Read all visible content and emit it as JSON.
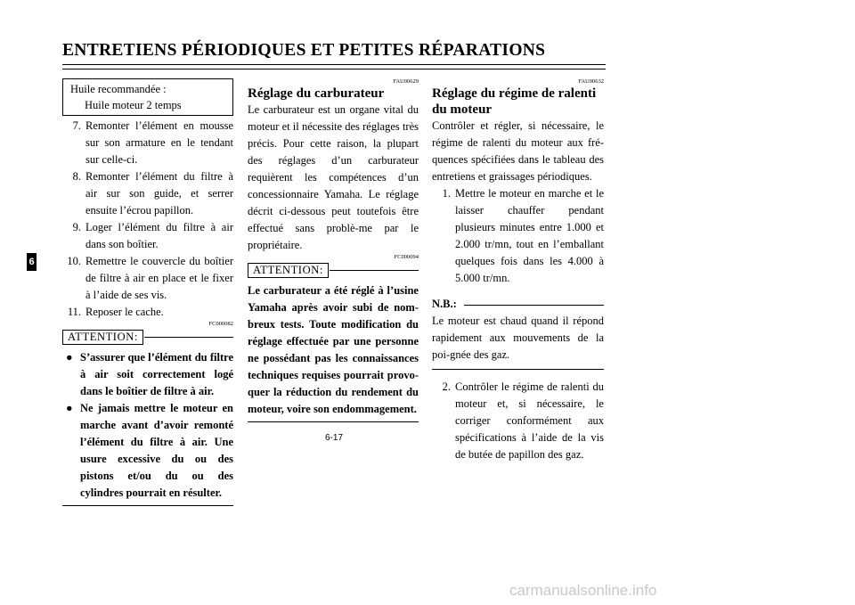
{
  "header": {
    "title": "ENTRETIENS PÉRIODIQUES ET PETITES RÉPARATIONS"
  },
  "side_tab": "6",
  "col1": {
    "box": {
      "line1": "Huile recommandée :",
      "line2": "Huile moteur 2 temps"
    },
    "steps": [
      {
        "n": "7.",
        "text": "Remonter l’élément en mousse sur son armature en le tendant sur celle-ci."
      },
      {
        "n": "8.",
        "text": "Remonter l’élément du filtre à air sur son guide, et serrer ensuite l’écrou papillon."
      },
      {
        "n": "9.",
        "text": "Loger l’élément du filtre à air dans son boîtier."
      },
      {
        "n": "10.",
        "text": "Remettre le couvercle du boîtier de filtre à air en place et le fixer à l’aide de ses vis."
      },
      {
        "n": "11.",
        "text": "Reposer le cache."
      }
    ],
    "code": "FC000082",
    "attention": "ATTENTION:",
    "bullets": [
      "S’assurer que l’élément du filtre à air soit correctement logé dans le boîtier de filtre à air.",
      "Ne jamais mettre le moteur en marche avant d’avoir remonté l’élément du filtre à air. Une usure excessive du ou des pistons et/ou du ou des cylindres pourrait en résulter."
    ]
  },
  "col2": {
    "code1": "FAU00629",
    "title": "Réglage du carburateur",
    "body": "Le carburateur est un organe vital du moteur et il nécessite des réglages très précis. Pour cette raison, la plupart des réglages d’un carburateur requièrent les compétences d’un concessionnaire Yamaha. Le réglage décrit ci-dessous peut toutefois être effectué sans problè-me par le propriétaire.",
    "code2": "FC000094",
    "attention": "ATTENTION:",
    "warning": "Le carburateur a été réglé à l’usine Yamaha après avoir subi de nom-breux tests. Toute modification du réglage effectuée par une personne ne possédant pas les connaissances techniques requises pourrait provo-quer la réduction du rendement du moteur, voire son endommagement."
  },
  "col3": {
    "code": "FAU00632",
    "title1": "Réglage du régime de ralenti",
    "title2": "du moteur",
    "intro": "Contrôler et régler, si nécessaire, le régime de ralenti du moteur aux fré-quences spécifiées dans le tableau des entretiens et graissages périodiques.",
    "step1": {
      "n": "1.",
      "text": "Mettre le moteur en marche et le laisser chauffer pendant plusieurs minutes entre 1.000 et 2.000 tr/mn, tout en l’emballant quelques fois dans les 4.000 à 5.000 tr/mn."
    },
    "nb_label": "N.B.:",
    "nb_text": "Le moteur est chaud quand il répond rapidement aux mouvements de la poi-gnée des gaz.",
    "step2": {
      "n": "2.",
      "text": "Contrôler le régime de ralenti du moteur et, si nécessaire, le corriger conformément aux spécifications à l’aide de la vis de butée de papillon des gaz."
    }
  },
  "footer": {
    "page": "6-17",
    "watermark": "carmanualsonline.info"
  }
}
